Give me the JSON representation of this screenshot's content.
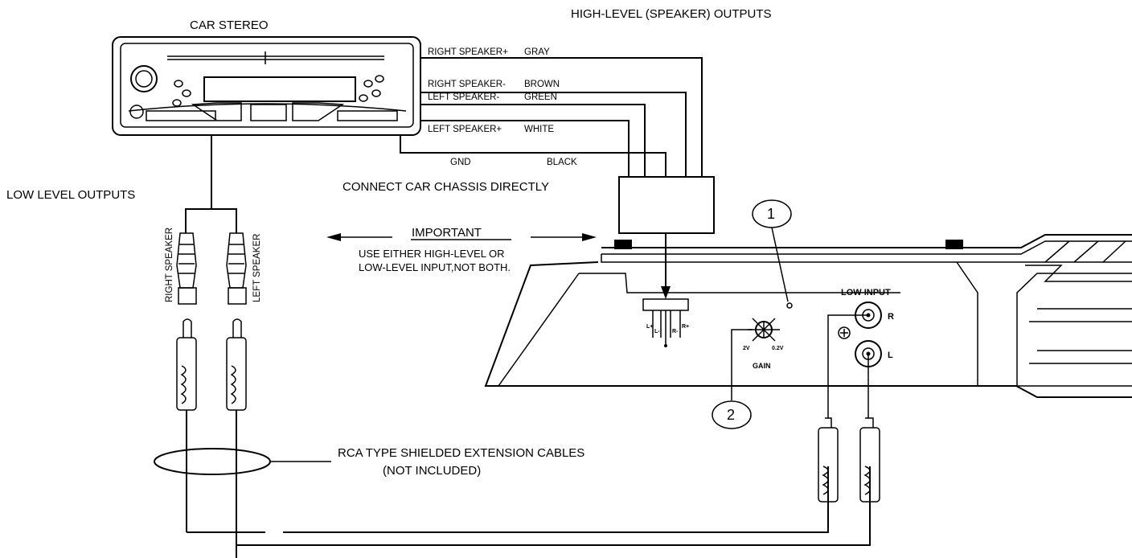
{
  "labels": {
    "car_stereo": "CAR STEREO",
    "high_level_outputs": "HIGH-LEVEL (SPEAKER) OUTPUTS",
    "low_level_outputs": "LOW LEVEL OUTPUTS",
    "connect_chassis": "CONNECT CAR CHASSIS DIRECTLY",
    "important": "IMPORTANT",
    "use_either_1": "USE EITHER HIGH-LEVEL OR",
    "use_either_2": "LOW-LEVEL INPUT,NOT BOTH.",
    "rca_cables_1": "RCA TYPE SHIELDED EXTENSION CABLES",
    "rca_cables_2": "(NOT INCLUDED)",
    "right_speaker_v": "RIGHT SPEAKER",
    "left_speaker_v": "LEFT SPEAKER",
    "low_input": "LOW INPUT",
    "input_r": "R",
    "input_l": "L",
    "gain": "GAIN",
    "gain_2v": "2V",
    "gain_02v": "0.2V",
    "callout_1": "1",
    "callout_2": "2"
  },
  "wires": [
    {
      "name": "RIGHT SPEAKER+",
      "color": "GRAY"
    },
    {
      "name": "RIGHT SPEAKER-",
      "color": "BROWN"
    },
    {
      "name": "LEFT SPEAKER-",
      "color": "GREEN"
    },
    {
      "name": "LEFT SPEAKER+",
      "color": "WHITE"
    },
    {
      "name": "GND",
      "color": "BLACK"
    }
  ],
  "terminal_pins": [
    "L+",
    "L-",
    "R-",
    "R+"
  ]
}
